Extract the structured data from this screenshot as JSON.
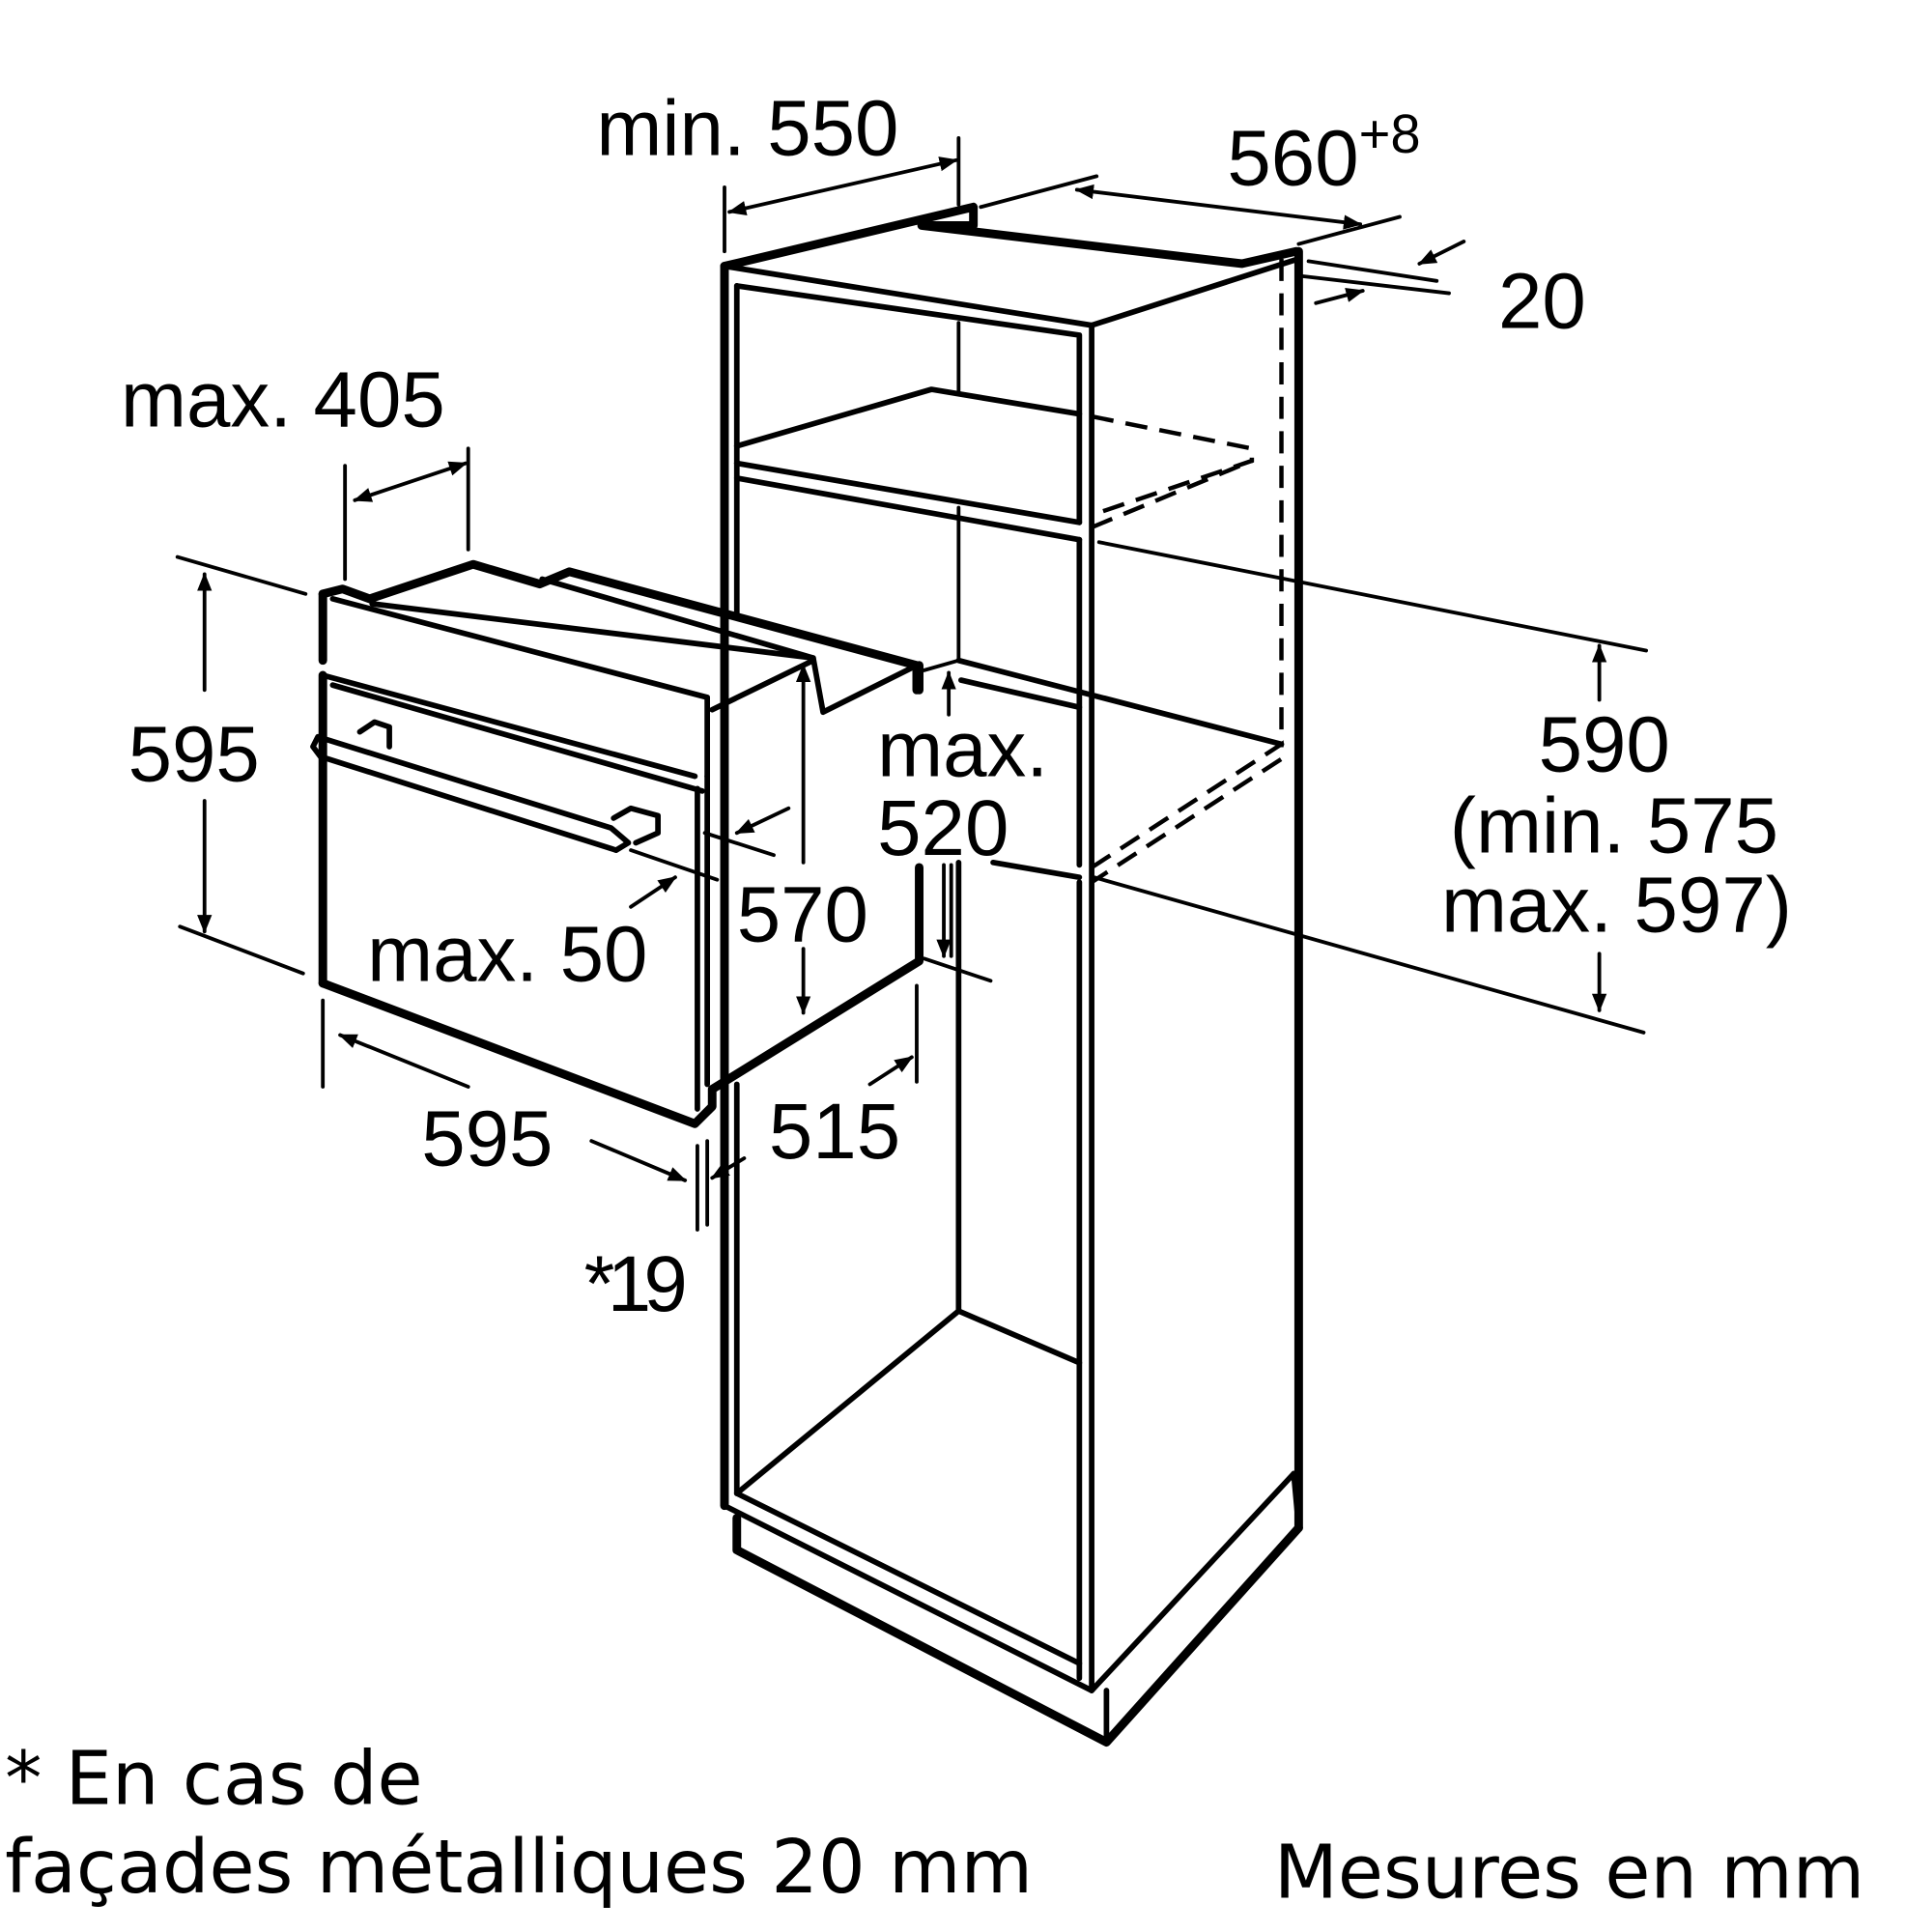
{
  "diagram": {
    "title": "Oven installation dimensions in tall cabinet",
    "colors": {
      "line": "#000000",
      "background": "#ffffff"
    },
    "cabinet_dimensions": {
      "depth_min": "min. 550",
      "inner_width": "560",
      "inner_width_tolerance": "+8",
      "back_gap": "20",
      "niche_height": "590",
      "niche_height_min": "(min. 575",
      "niche_height_max": "max. 597)"
    },
    "oven_dimensions": {
      "top_depth_max": "max. 405",
      "height": "595",
      "body_height": "570",
      "rail_height_max_line1": "max.",
      "rail_height_max_line2": "520",
      "handle_projection_max": "max. 50",
      "width": "595",
      "depth": "515",
      "front_thickness": "*19"
    },
    "footnote": {
      "line1": "* En cas de",
      "line2": "façades métalliques 20 mm"
    },
    "units_note": "Mesures en mm"
  }
}
